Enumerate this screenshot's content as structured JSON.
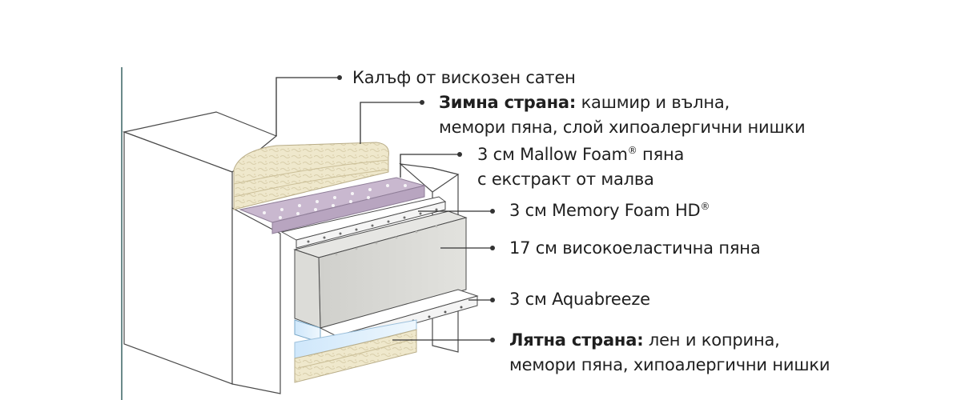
{
  "diagram": {
    "colors": {
      "frame_outline": "#4a4a4a",
      "side_panel": "#6b8a8a",
      "leader_line": "#333333",
      "lavender_layer": "#c9b8cf",
      "grey_core": "#d7d7d4",
      "cool_layer": "#dceefb",
      "wool_layer": "#efe8cc"
    },
    "labels": [
      {
        "id": "cover",
        "text": "Калъф от вискозен сатен"
      },
      {
        "id": "winter",
        "bold": "Зимна страна:",
        "text": " кашмир и вълна,",
        "text2": "мемори пяна, слой хипоалергични нишки"
      },
      {
        "id": "mallow",
        "text": "3 см Mallow Foam",
        "sup": "®",
        "text_after": " пяна",
        "text2": "с екстракт от малва"
      },
      {
        "id": "memory",
        "text": "3 см Memory Foam HD",
        "sup": "®"
      },
      {
        "id": "hr",
        "text": "17 см високоеластична пяна"
      },
      {
        "id": "aqua",
        "text": "3 см Aquabreeze"
      },
      {
        "id": "summer",
        "bold": "Лятна страна:",
        "text": " лен и коприна,",
        "text2": "мемори пяна, хипоалергични нишки"
      }
    ]
  }
}
